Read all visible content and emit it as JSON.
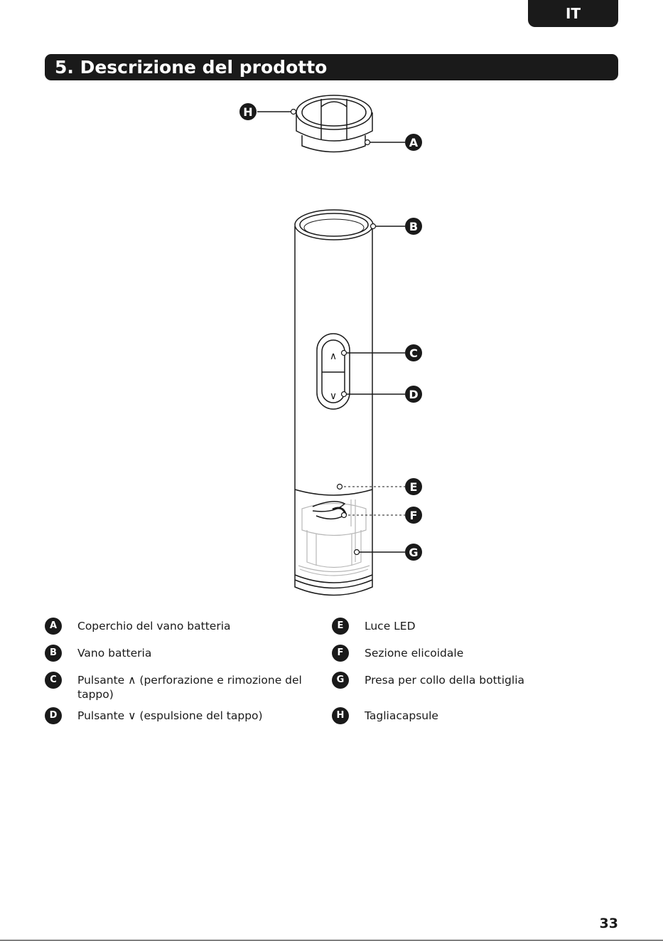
{
  "language_tab": "IT",
  "section_title": "5. Descrizione del prodotto",
  "diagram_labels": [
    "A",
    "B",
    "C",
    "D",
    "E",
    "F",
    "G",
    "H"
  ],
  "button_up_symbol": "∧",
  "button_down_symbol": "∨",
  "legend": [
    {
      "letter": "A",
      "text": "Coperchio del vano batteria"
    },
    {
      "letter": "B",
      "text": "Vano batteria"
    },
    {
      "letter": "C",
      "text": "Pulsante ∧ (perforazione e rimozione del tappo)"
    },
    {
      "letter": "D",
      "text": "Pulsante ∨ (espulsione del tappo)"
    },
    {
      "letter": "E",
      "text": "Luce LED"
    },
    {
      "letter": "F",
      "text": "Sezione elicoidale"
    },
    {
      "letter": "G",
      "text": "Presa per collo della bottiglia"
    },
    {
      "letter": "H",
      "text": "Tagliacapsule"
    }
  ],
  "page_number": "33"
}
